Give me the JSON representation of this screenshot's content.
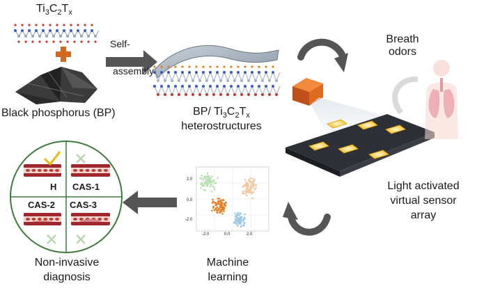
{
  "labels": {
    "ti3c2tx": {
      "base1": "Ti",
      "sub1": "3",
      "base2": "C",
      "sub2": "2",
      "base3": "T",
      "sub3": "x"
    },
    "self_assembly_line1": "Self-",
    "self_assembly_line2": "assembly",
    "black_phosphorus": "Black phosphorus (BP)",
    "hetero_line1_prefix": "BP/ Ti",
    "hetero_sub1": "3",
    "hetero_mid": "C",
    "hetero_sub2": "2",
    "hetero_t": "T",
    "hetero_sub3": "x",
    "hetero_line2": "heterostructures",
    "breath_line1": "Breath",
    "breath_line2": "odors",
    "light_line1": "Light activated",
    "light_line2": "virtual sensor",
    "light_line3": "array",
    "ml_line1": "Machine",
    "ml_line2": "learning",
    "diag_line1": "Non-invasive",
    "diag_line2": "diagnosis"
  },
  "diagnosis_quadrants": [
    "H",
    "CAS-1",
    "CAS-2",
    "CAS-3"
  ],
  "scatter_axis": {
    "x_ticks": [
      "-2.0",
      "0.0",
      "2.0"
    ],
    "y_ticks": [
      "2.0",
      "0.0",
      "-2.0"
    ]
  },
  "colors": {
    "arrow_grey": "#555555",
    "plus_orange": "#d2691e",
    "check_yellow": "#f2b705",
    "circle_green": "#2e7d32",
    "cluster_green": "#b8e0b0",
    "cluster_orange": "#e67e22",
    "cluster_peach": "#f3c79b",
    "cluster_blue": "#9cc7e8",
    "sensor_gold": "#f4c430",
    "artery_red": "#a0262d"
  }
}
